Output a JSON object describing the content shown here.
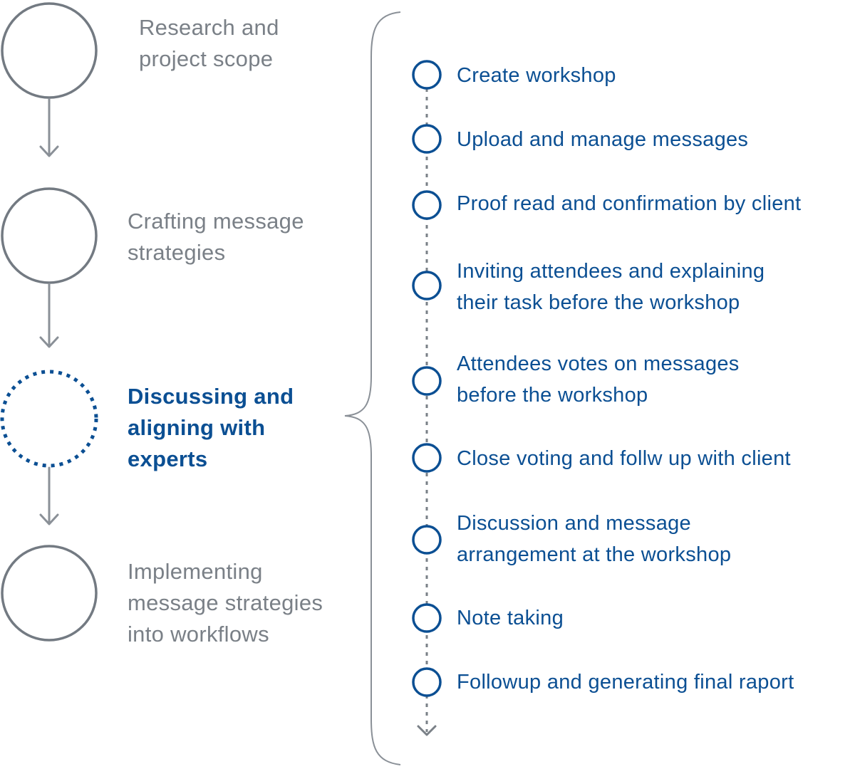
{
  "stages": [
    {
      "label": "Research and\nproject scope",
      "state": "inactive"
    },
    {
      "label": "Crafting message\nstrategies",
      "state": "inactive"
    },
    {
      "label": "Discussing and\naligning with\nexperts",
      "state": "active"
    },
    {
      "label": "Implementing\nmessage strategies\ninto workflows",
      "state": "inactive"
    }
  ],
  "steps": [
    {
      "label": "Create workshop"
    },
    {
      "label": "Upload and manage messages"
    },
    {
      "label": "Proof read and confirmation by client"
    },
    {
      "label": "Inviting attendees and explaining\ntheir task before the workshop"
    },
    {
      "label": "Attendees votes on messages\nbefore the workshop"
    },
    {
      "label": "Close voting and follw up with client"
    },
    {
      "label": "Discussion and message\narrangement at the workshop"
    },
    {
      "label": "Note taking"
    },
    {
      "label": "Followup and generating final raport"
    }
  ],
  "colors": {
    "inactive": "#737a82",
    "active": "#0b4f93",
    "inactive_text": "#7a8087",
    "connector": "#8a9097",
    "bracket": "#8a9097"
  },
  "icons": {
    "stage_marker": "circle-outline-icon",
    "active_stage_marker": "dotted-circle-icon",
    "stage_arrow": "arrow-down-icon",
    "step_marker": "small-circle-outline-icon",
    "timeline_end": "chevron-down-icon"
  }
}
